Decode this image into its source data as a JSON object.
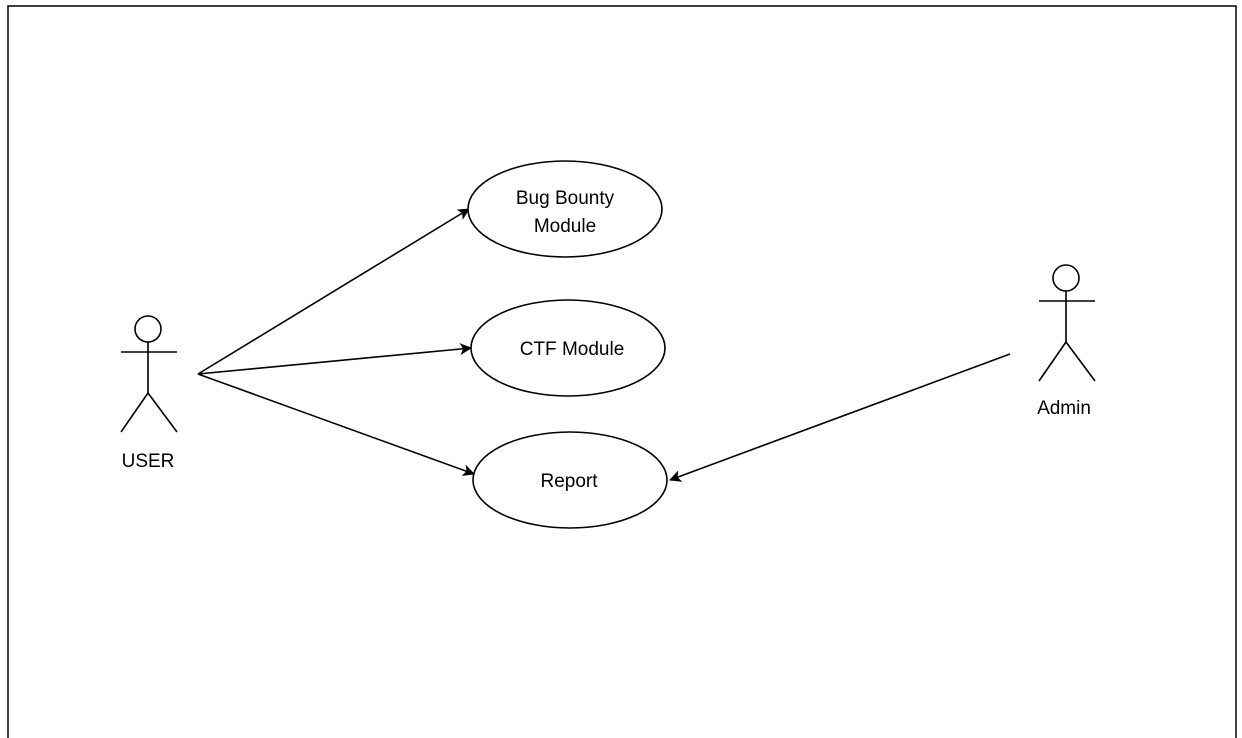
{
  "diagram": {
    "type": "use-case",
    "actors": [
      {
        "id": "user",
        "label": "USER"
      },
      {
        "id": "admin",
        "label": "Admin"
      }
    ],
    "use_cases": [
      {
        "id": "bug-bounty",
        "label_lines": [
          "Bug Bounty",
          "Module"
        ]
      },
      {
        "id": "ctf",
        "label_lines": [
          "CTF Module"
        ]
      },
      {
        "id": "report",
        "label_lines": [
          "Report"
        ]
      }
    ],
    "associations": [
      {
        "from": "user",
        "to": "bug-bounty"
      },
      {
        "from": "user",
        "to": "ctf"
      },
      {
        "from": "user",
        "to": "report"
      },
      {
        "from": "admin",
        "to": "report"
      }
    ],
    "colors": {
      "stroke": "#000000",
      "background": "#ffffff"
    }
  }
}
